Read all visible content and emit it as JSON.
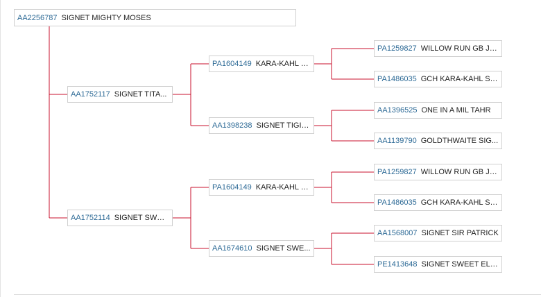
{
  "pedigree": {
    "subject": {
      "reg": "AA2256787",
      "name": "SIGNET MIGHTY MOSES"
    },
    "gen1": [
      {
        "reg": "AA1752117",
        "name": "SIGNET TITA..."
      },
      {
        "reg": "AA1752114",
        "name": "SIGNET SWEE..."
      }
    ],
    "gen2": [
      {
        "reg": "PA1604149",
        "name": "KARA-KAHL J..."
      },
      {
        "reg": "AA1398238",
        "name": "SIGNET TIGIRIS"
      },
      {
        "reg": "PA1604149",
        "name": "KARA-KAHL J..."
      },
      {
        "reg": "AA1674610",
        "name": "SIGNET SWE..."
      }
    ],
    "gen3": [
      {
        "reg": "PA1259827",
        "name": "WILLOW RUN GB JU..."
      },
      {
        "reg": "PA1486035",
        "name": "GCH KARA-KAHL SA..."
      },
      {
        "reg": "AA1396525",
        "name": "ONE IN A MIL TAHR"
      },
      {
        "reg": "AA1139790",
        "name": "GOLDTHWAITE SIG..."
      },
      {
        "reg": "PA1259827",
        "name": "WILLOW RUN GB JU..."
      },
      {
        "reg": "PA1486035",
        "name": "GCH KARA-KAHL SA..."
      },
      {
        "reg": "AA1568007",
        "name": "SIGNET SIR PATRICK"
      },
      {
        "reg": "PE1413648",
        "name": "SIGNET SWEET ELMA"
      }
    ]
  },
  "colors": {
    "connector": "#c8102e",
    "link": "#2d6a96",
    "border": "#cfcfcf"
  }
}
